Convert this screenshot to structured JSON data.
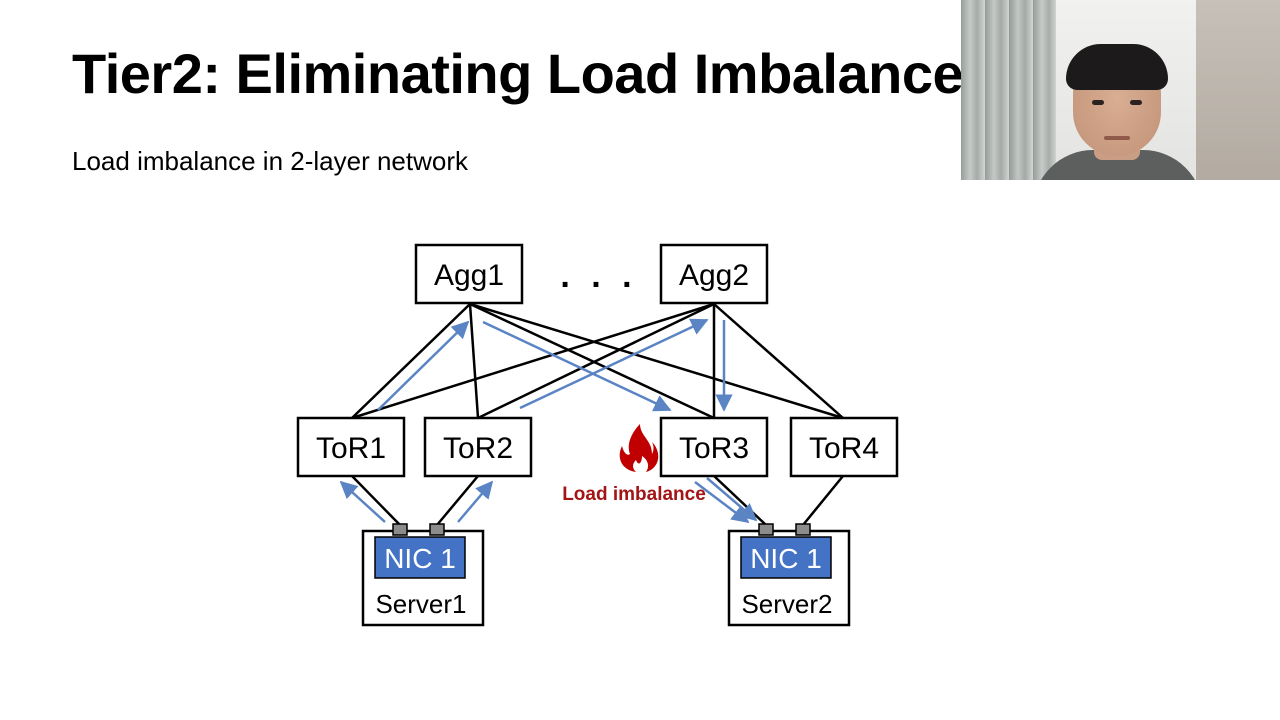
{
  "slide": {
    "title": "Tier2: Eliminating Load Imbalance",
    "subtitle": "Load imbalance in 2-layer network"
  },
  "diagram": {
    "agg_switches": [
      "Agg1",
      "Agg2"
    ],
    "ellipsis": ". . .",
    "tor_switches": [
      "ToR1",
      "ToR2",
      "ToR3",
      "ToR4"
    ],
    "servers": [
      {
        "label": "Server1",
        "nic": "NIC 1"
      },
      {
        "label": "Server2",
        "nic": "NIC 1"
      }
    ],
    "hotspot_label": "Load imbalance",
    "hotspot_icon": "fire-icon",
    "colors": {
      "line": "#000000",
      "flow_arrow": "#5b84c4",
      "nic_fill": "#4472c4",
      "port_fill": "#8c8c8c",
      "hotspot_text": "#a31515",
      "fire": "#c00000"
    }
  },
  "webcam": {
    "icon": "presenter-webcam"
  }
}
